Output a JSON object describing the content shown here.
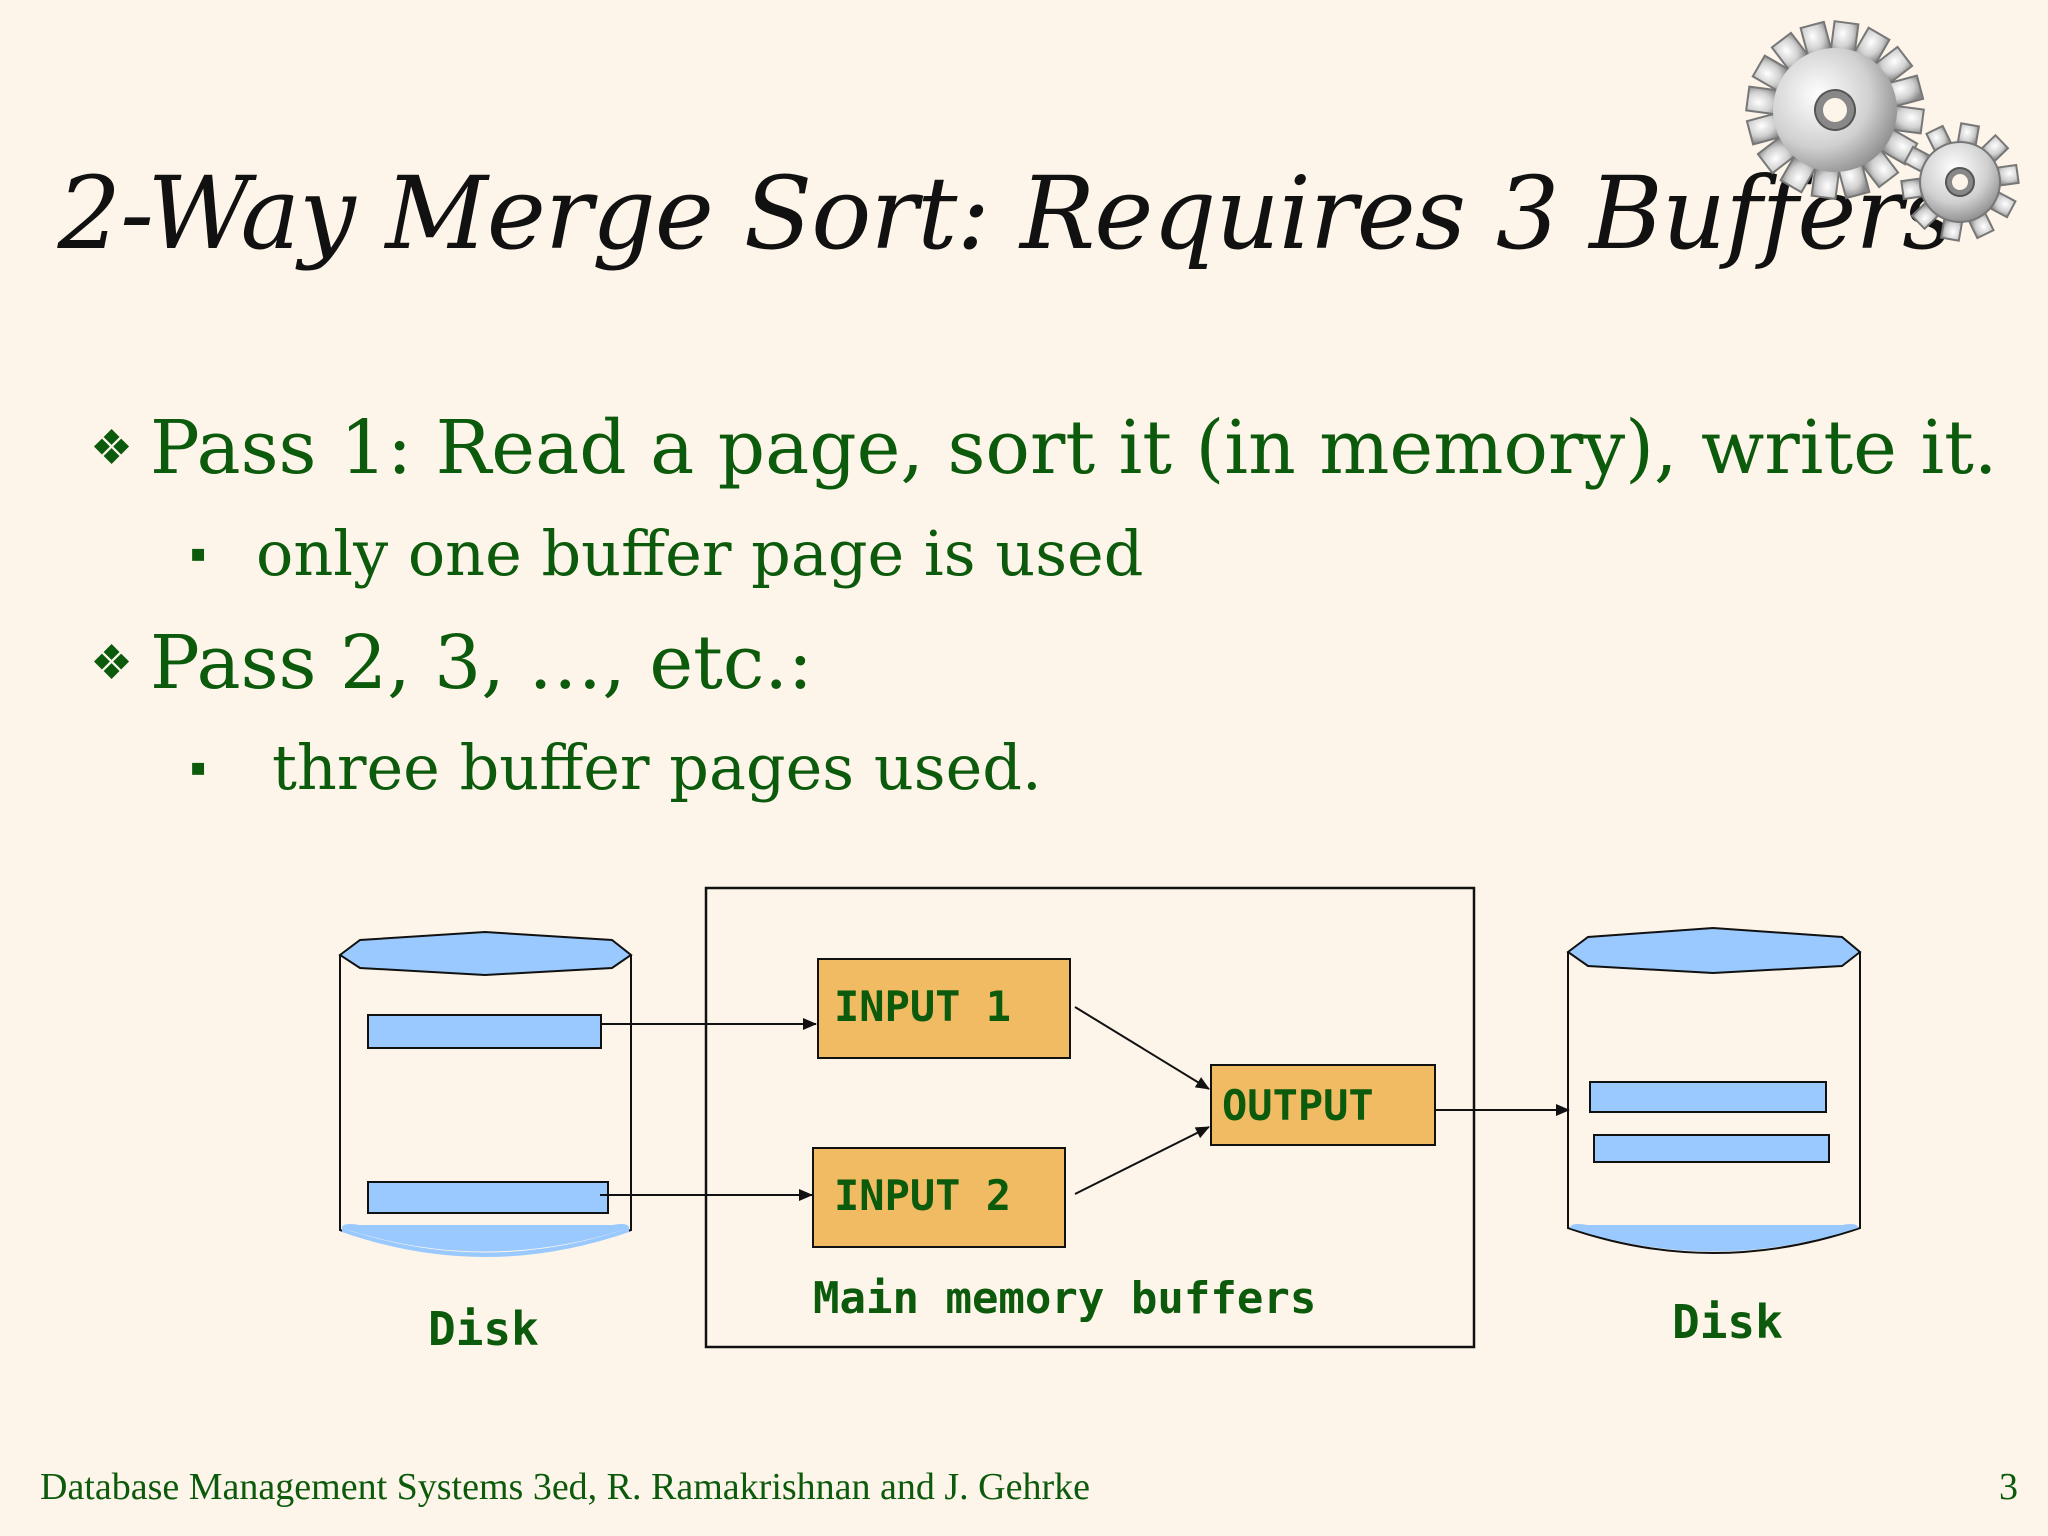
{
  "slide": {
    "title": "2-Way Merge Sort: Requires 3 Buffers",
    "bullets": [
      {
        "marker": "❖",
        "text": "Pass 1: Read a page, sort it (in memory), write it.",
        "sub": {
          "marker": "▪",
          "text": "only one buffer page is used"
        }
      },
      {
        "marker": "❖",
        "text": "Pass 2, 3, …, etc.:",
        "sub": {
          "marker": "▪",
          "text": "three buffer pages used."
        }
      }
    ],
    "footer": "Database Management Systems 3ed,  R. Ramakrishnan and J. Gehrke",
    "page_number": "3"
  },
  "diagram": {
    "input1": "INPUT 1",
    "input2": "INPUT 2",
    "output": "OUTPUT",
    "memory_label": "Main memory buffers",
    "disk_left": "Disk",
    "disk_right": "Disk"
  },
  "icons": {
    "gears": "gears-icon"
  },
  "colors": {
    "background": "#fdf5e9",
    "text_green": "#0c5a0c",
    "buffer_fill": "#f0bb62",
    "disk_blue": "#99c9ff"
  }
}
